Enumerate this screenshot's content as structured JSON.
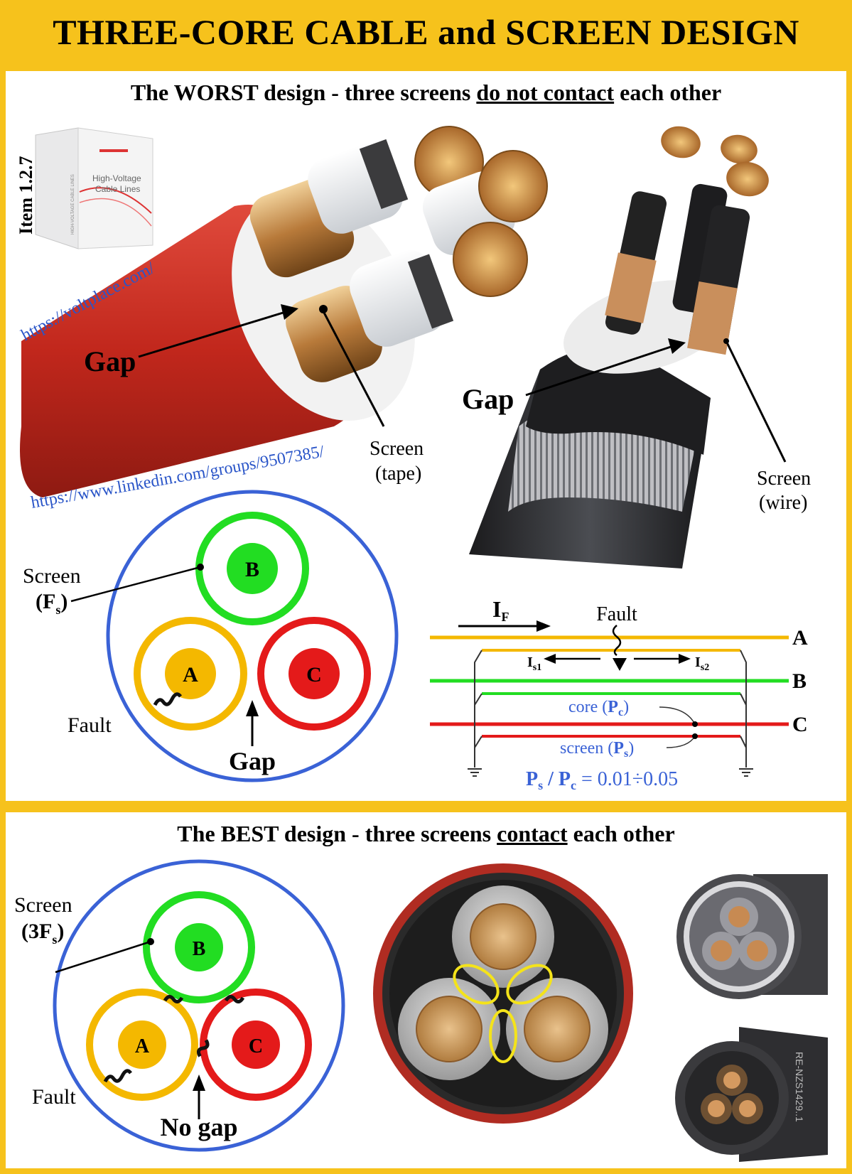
{
  "title": "THREE-CORE CABLE and SCREEN DESIGN",
  "worst": {
    "heading_pre": "The WORST design - three screens ",
    "heading_em": "do not contact",
    "heading_post": " each other",
    "item_label": "Item 1.2.7",
    "book_title_line1": "High-Voltage",
    "book_title_line2": "Cable Lines",
    "book_spine": "HIGH-VOLTAGE CABLE LINES",
    "url1": "https://voltplace.com/",
    "url2": "https://www.linkedin.com/groups/9507385/",
    "gap_label": "Gap",
    "screen_tape_line1": "Screen",
    "screen_tape_line2": "(tape)",
    "screen_wire_line1": "Screen",
    "screen_wire_line2": "(wire)",
    "diagram": {
      "screen_label": "Screen",
      "screen_sub": "(F",
      "screen_subscript": "s",
      "screen_close": ")",
      "phase_a": "A",
      "phase_b": "B",
      "phase_c": "C",
      "fault_label": "Fault",
      "gap_label": "Gap"
    },
    "circuit": {
      "if_label": "I",
      "if_sub": "F",
      "fault_label": "Fault",
      "is1": "I",
      "is1_sub": "s1",
      "is2": "I",
      "is2_sub": "s2",
      "line_a": "A",
      "line_b": "B",
      "line_c": "C",
      "core_label": "core (",
      "core_p": "P",
      "core_sub": "c",
      "core_close": ")",
      "screen_label": "screen (",
      "screen_p": "P",
      "screen_sub": "s",
      "screen_close": ")",
      "ratio_ps": "P",
      "ratio_ps_sub": "s",
      "ratio_slash": " / ",
      "ratio_pc": "P",
      "ratio_pc_sub": "c",
      "ratio_value": " = 0.01÷0.05"
    }
  },
  "best": {
    "heading_pre": "The BEST design - three screens ",
    "heading_em": "contact",
    "heading_post": " each other",
    "diagram": {
      "screen_label": "Screen",
      "screen_sub": "(3F",
      "screen_subscript": "s",
      "screen_close": ")",
      "phase_a": "A",
      "phase_b": "B",
      "phase_c": "C",
      "fault_label": "Fault",
      "nogap_label": "No gap"
    },
    "cable_marking": "RE-NZS1429..1"
  },
  "colors": {
    "frame": "#f6c21c",
    "phase_a": "#f4b800",
    "phase_b": "#22dd22",
    "phase_c": "#e41a1a",
    "outer_circle": "#3a62d6",
    "blue_text": "#3a62d6",
    "url_blue": "#2a55c8"
  }
}
